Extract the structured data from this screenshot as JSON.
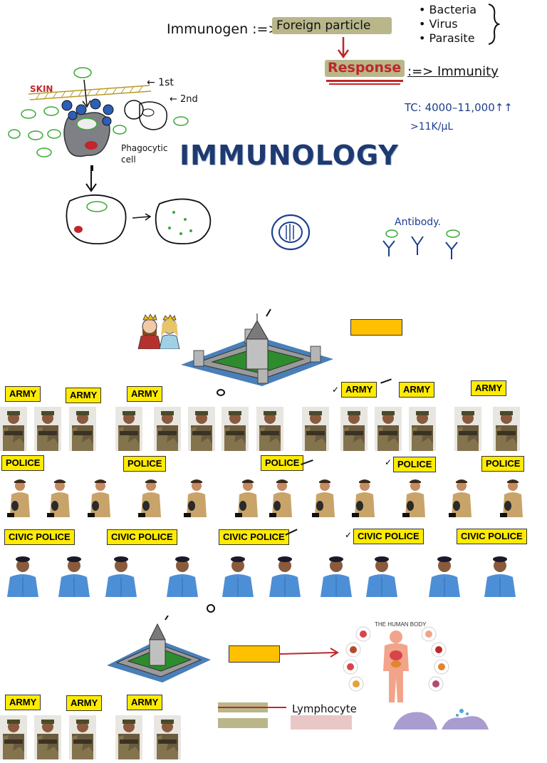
{
  "top_notes": {
    "immunogen": "Immunogen :=>",
    "foreign_particle": "Foreign particle",
    "list": [
      "• Bacteria",
      "• Virus",
      "• Parasite"
    ],
    "response": "Response",
    "arrow_immunity": ":=> Immunity",
    "tc_count": "TC: 4000–11,000↑↑",
    "tc_unit": ">11K/μL",
    "skin": "SKIN",
    "first": "← 1st",
    "second": "← 2nd",
    "phagocytic": "Phagocytic cell",
    "antibody": "Antibody."
  },
  "title": "IMMUNOLOGY",
  "labels": {
    "army": "ARMY",
    "police": "POLICE",
    "civic_police": "CIVIC POLICE",
    "lymphocyte": "Lymphocyte",
    "human_body": "THE HUMAN BODY"
  },
  "colors": {
    "tag_yellow": "#ffeb00",
    "tag_orange": "#ffc000",
    "title_blue": "#1f3a70",
    "pen_blue": "#1c3f8f",
    "pen_red": "#c0262b",
    "germ_green": "#3aa935",
    "cell_gray": "#7f8086",
    "fort_green": "#2e8b2e",
    "water_blue": "#4a7fb8"
  }
}
